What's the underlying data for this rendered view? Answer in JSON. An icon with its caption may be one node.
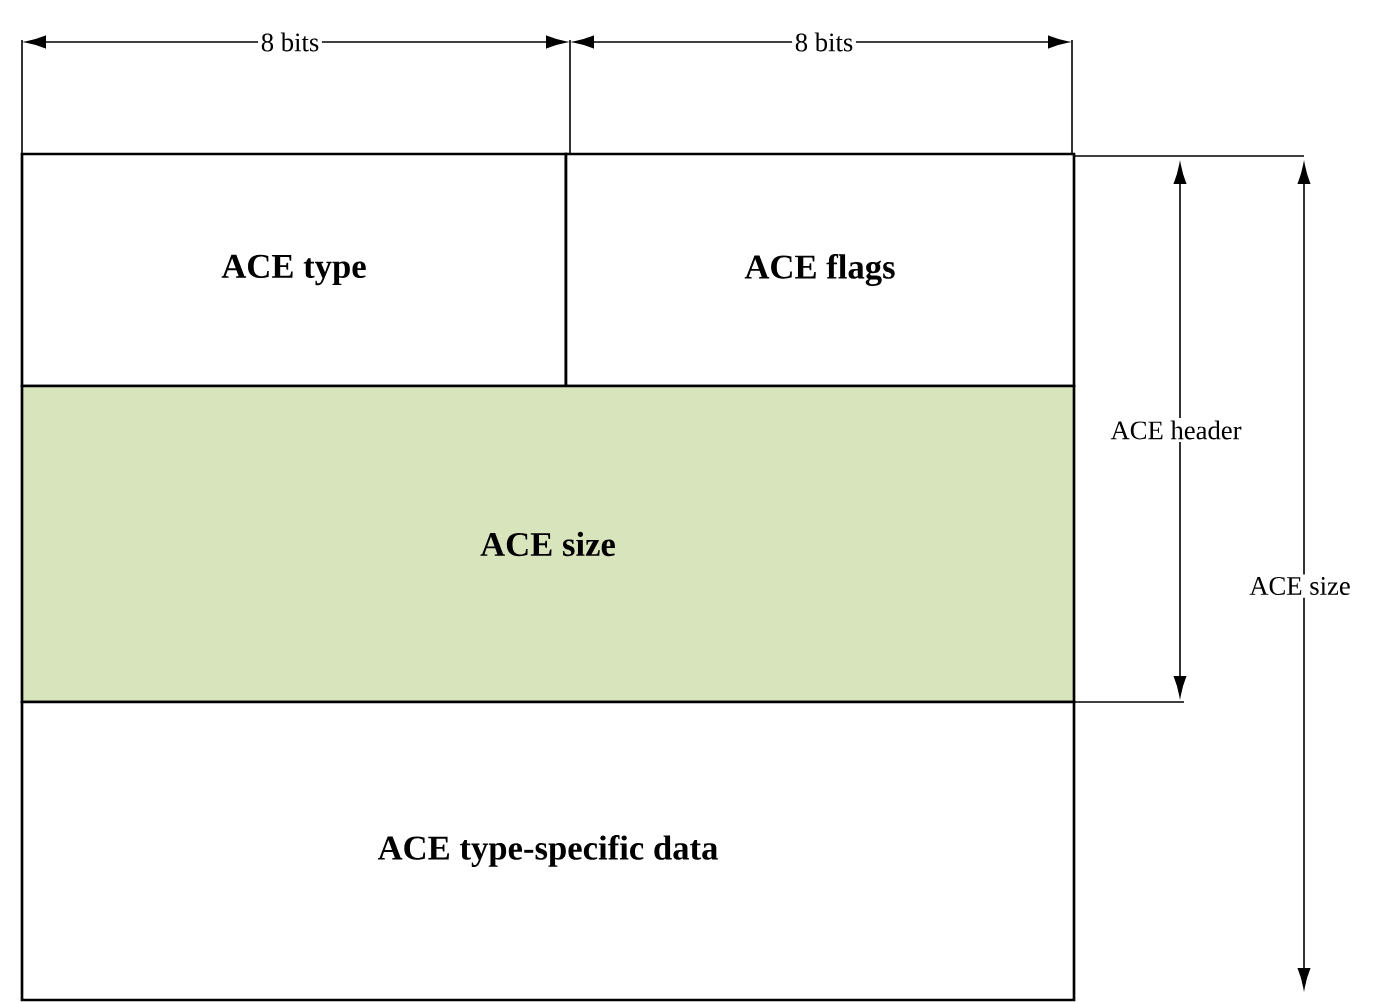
{
  "diagram": {
    "nodes": [
      {
        "text": [
          "ACE type"
        ]
      },
      {
        "text": [
          "ACE flags"
        ]
      },
      {
        "text": [
          "ACE size"
        ]
      },
      {
        "text": [
          "ACE type-specific data"
        ]
      }
    ],
    "labels": [
      "8 bits",
      "8 bits",
      "ACE header",
      "ACE size"
    ]
  }
}
